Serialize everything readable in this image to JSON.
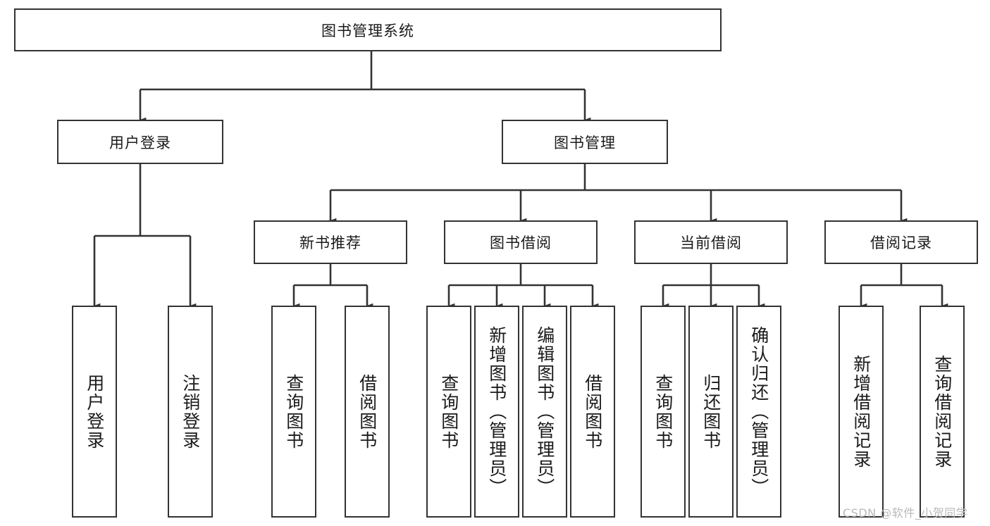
{
  "diagram": {
    "type": "tree-hierarchy",
    "title": "图书管理系统",
    "watermark": "CSDN @软件_小贺同学",
    "colors": {
      "border": "#333333",
      "background": "#ffffff",
      "text": "#1a1a1a",
      "watermark": "#b9b9b9"
    },
    "nodes": {
      "root": {
        "label": "图书管理系统",
        "orientation": "horizontal"
      },
      "level2": [
        {
          "id": "user-login",
          "label": "用户登录",
          "orientation": "horizontal"
        },
        {
          "id": "book-management",
          "label": "图书管理",
          "orientation": "horizontal"
        }
      ],
      "level3": [
        {
          "id": "new-book-recommend",
          "label": "新书推荐",
          "orientation": "horizontal"
        },
        {
          "id": "book-borrow",
          "label": "图书借阅",
          "orientation": "horizontal"
        },
        {
          "id": "current-borrow",
          "label": "当前借阅",
          "orientation": "horizontal"
        },
        {
          "id": "borrow-record",
          "label": "借阅记录",
          "orientation": "horizontal"
        }
      ],
      "leaves": [
        {
          "id": "leaf-user-login",
          "label": "用户登录",
          "parent": "user-login",
          "orientation": "vertical"
        },
        {
          "id": "leaf-user-logout",
          "label": "注销登录",
          "parent": "user-login",
          "orientation": "vertical"
        },
        {
          "id": "leaf-query-book-1",
          "label": "查询图书",
          "parent": "new-book-recommend",
          "orientation": "vertical"
        },
        {
          "id": "leaf-borrow-book-1",
          "label": "借阅图书",
          "parent": "new-book-recommend",
          "orientation": "vertical"
        },
        {
          "id": "leaf-query-book-2",
          "label": "查询图书",
          "parent": "book-borrow",
          "orientation": "vertical"
        },
        {
          "id": "leaf-add-book",
          "label": "新增图书（管理员）",
          "parent": "book-borrow",
          "orientation": "vertical"
        },
        {
          "id": "leaf-edit-book",
          "label": "编辑图书（管理员）",
          "parent": "book-borrow",
          "orientation": "vertical"
        },
        {
          "id": "leaf-borrow-book-2",
          "label": "借阅图书",
          "parent": "book-borrow",
          "orientation": "vertical"
        },
        {
          "id": "leaf-query-book-3",
          "label": "查询图书",
          "parent": "current-borrow",
          "orientation": "vertical"
        },
        {
          "id": "leaf-return-book",
          "label": "归还图书",
          "parent": "current-borrow",
          "orientation": "vertical"
        },
        {
          "id": "leaf-confirm-return",
          "label": "确认归还（管理员）",
          "parent": "current-borrow",
          "orientation": "vertical"
        },
        {
          "id": "leaf-add-record",
          "label": "新增借阅记录",
          "parent": "borrow-record",
          "orientation": "vertical"
        },
        {
          "id": "leaf-query-record",
          "label": "查询借阅记录",
          "parent": "borrow-record",
          "orientation": "vertical"
        }
      ]
    }
  }
}
